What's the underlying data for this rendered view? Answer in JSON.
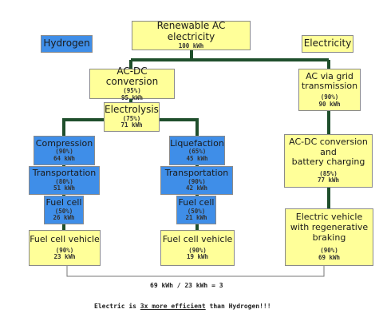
{
  "labels": {
    "hydrogen": "Hydrogen",
    "electricity": "Electricity"
  },
  "top": {
    "title": "Renewable AC electricity",
    "kwh": "100 kWh"
  },
  "hydrogen_path": {
    "acdc": {
      "title": "AC-DC conversion",
      "pct": "(95%)",
      "kwh": "95 kWh"
    },
    "electrolysis": {
      "title": "Electrolysis",
      "pct": "(75%)",
      "kwh": "71 kWh"
    },
    "compression_branch": [
      {
        "title": "Compression",
        "pct": "(90%)",
        "kwh": "64 kWh"
      },
      {
        "title": "Transportation",
        "pct": "(80%)",
        "kwh": "51 kWh"
      },
      {
        "title": "Fuel cell",
        "pct": "(50%)",
        "kwh": "26 kWh"
      },
      {
        "title": "Fuel cell vehicle",
        "pct": "(90%)",
        "kwh": "23 kWh"
      }
    ],
    "liquefaction_branch": [
      {
        "title": "Liquefaction",
        "pct": "(65%)",
        "kwh": "45 kWh"
      },
      {
        "title": "Transportation",
        "pct": "(90%)",
        "kwh": "42 kWh"
      },
      {
        "title": "Fuel cell",
        "pct": "(50%)",
        "kwh": "21 kWh"
      },
      {
        "title": "Fuel cell vehicle",
        "pct": "(90%)",
        "kwh": "19 kWh"
      }
    ]
  },
  "electric_path": {
    "grid": {
      "title_line1": "AC via grid",
      "title_line2": "transmission",
      "pct": "(90%)",
      "kwh": "90 kWh"
    },
    "charging": {
      "title_line1": "AC-DC conversion",
      "title_line2": "and",
      "title_line3": "battery charging",
      "pct": "(85%)",
      "kwh": "77 kWh"
    },
    "ev": {
      "title_line1": "Electric vehicle",
      "title_line2": "with regenerative",
      "title_line3": "braking",
      "pct": "(90%)",
      "kwh": "69 kWh"
    }
  },
  "ratio_text": "69 kWh / 23 kWh = 3",
  "conclusion": {
    "prefix": "Electric is ",
    "emphasis": "3x more efficient",
    "suffix": " than Hydrogen!!!"
  },
  "colors": {
    "yellow_box": "#ffff99",
    "blue_box": "#3f8ee8",
    "connector": "#1f4f2c"
  }
}
